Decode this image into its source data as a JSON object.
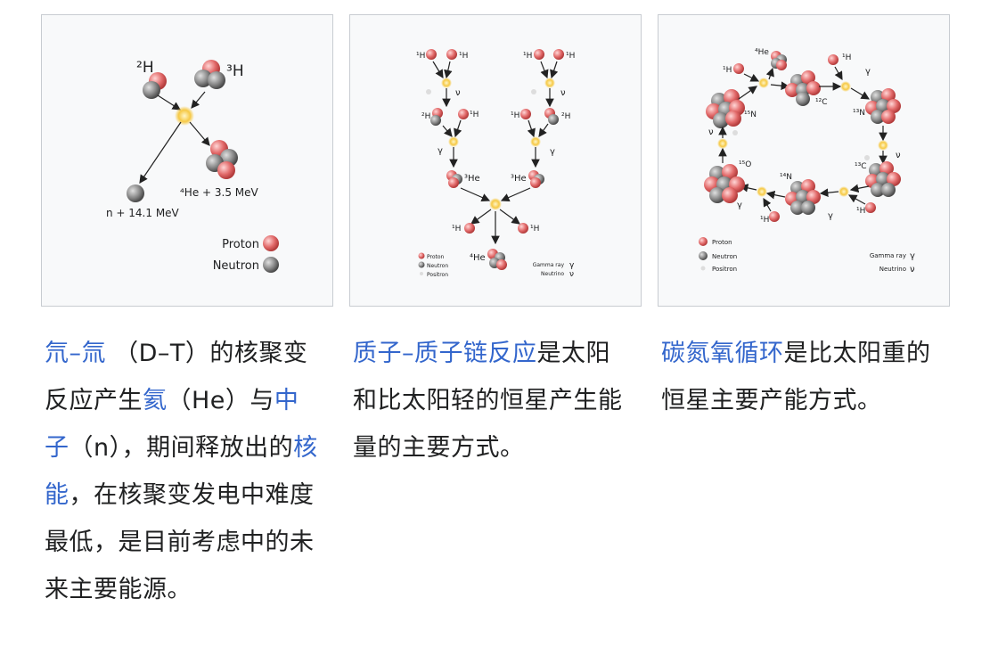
{
  "gallery": {
    "items": [
      {
        "diagram": {
          "reactant_1": "²H",
          "reactant_2": "³H",
          "product_helium": "⁴He + 3.5 MeV",
          "product_neutron": "n + 14.1 MeV",
          "legend": [
            "Proton",
            "Neutron"
          ]
        },
        "caption": {
          "link1": "氘",
          "dash": "–",
          "link2": "氚",
          "text1": " （D–T）的核聚变反应产生",
          "link3": "氦",
          "text2": "（He）与",
          "link4": "中子",
          "text3": "（n），期间释放出的",
          "link5": "核能",
          "text4": "，在核聚变发电中难度最低，是目前考虑中的未来主要能源。"
        }
      },
      {
        "diagram": {
          "h1": "¹H",
          "h2": "²H",
          "he3": "³He",
          "he4": "⁴He",
          "nu": "ν",
          "gamma": "γ",
          "legend": [
            "Proton",
            "Neutron",
            "Positron"
          ],
          "legend_right": [
            "Gamma ray",
            "Neutrino"
          ]
        },
        "caption": {
          "link": "质子–质子链反应",
          "text": "是太阳和比太阳轻的恒星产生能量的主要方式。"
        }
      },
      {
        "diagram": {
          "he4": "⁴He",
          "h1": "¹H",
          "c12": "¹²C",
          "n13": "¹³N",
          "c13": "¹³C",
          "n14": "¹⁴N",
          "o15": "¹⁵O",
          "n15": "¹⁵N",
          "nu": "ν",
          "gamma": "γ",
          "legend": [
            "Proton",
            "Neutron",
            "Positron"
          ],
          "legend_right": [
            "Gamma ray",
            "Neutrino"
          ]
        },
        "caption": {
          "link": "碳氮氧循环",
          "text": "是比太阳重的恒星主要产能方式。"
        }
      }
    ]
  },
  "colors": {
    "link": "#3366cc",
    "proton": "#e06666",
    "neutron": "#777777",
    "energy": "#f6c945"
  }
}
